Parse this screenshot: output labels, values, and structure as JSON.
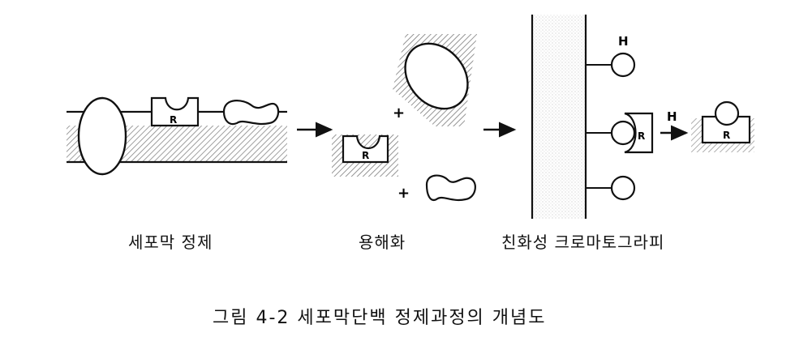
{
  "stages": [
    {
      "label": "세포막 정제"
    },
    {
      "label": "용해화"
    },
    {
      "label": "친화성 크로마토그라피"
    }
  ],
  "symbols": {
    "receptor": "R",
    "ligand": "H",
    "plus": "+"
  },
  "caption": "그림 4-2  세포막단백 정제과정의 개념도"
}
